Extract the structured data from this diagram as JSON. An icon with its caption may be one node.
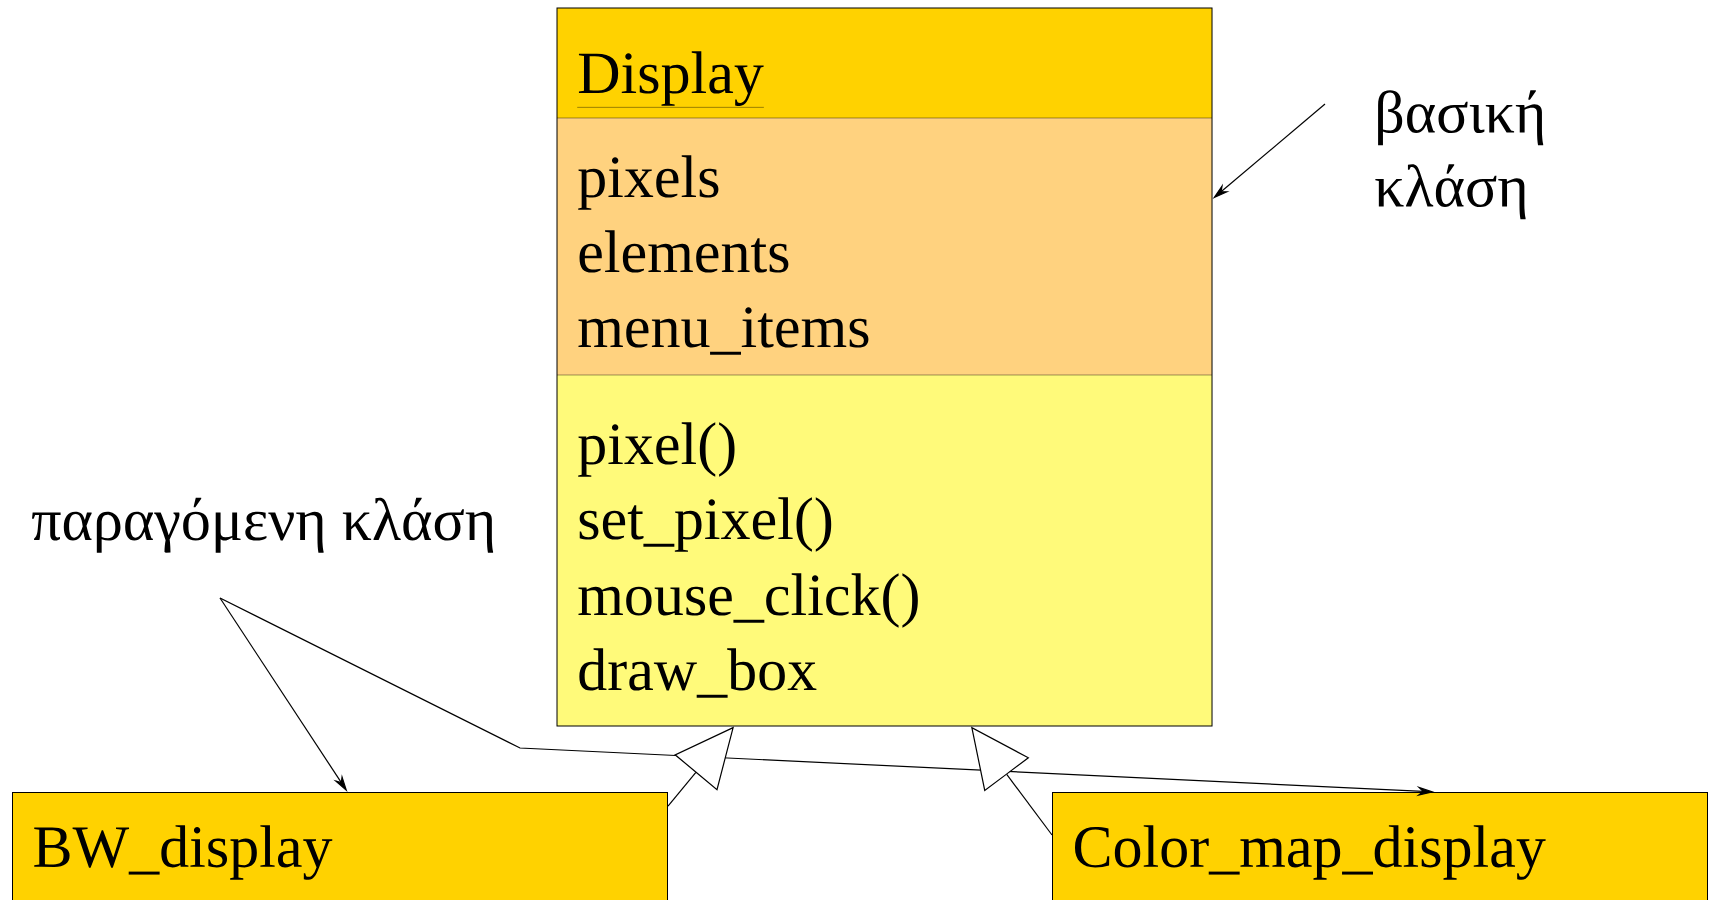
{
  "diagram": {
    "nodes": [
      {
        "text": [
          "Display",
          "pixels",
          "elements",
          "menu_items",
          "pixel()",
          "set_pixel()",
          "mouse_click()",
          "draw_box"
        ]
      },
      {
        "text": [
          "βασική κλάση"
        ]
      },
      {
        "text": [
          "παραγόμενη κλάση"
        ]
      },
      {
        "text": [
          "BW_display"
        ]
      },
      {
        "text": [
          "Color_map_display"
        ]
      }
    ],
    "edges": [
      {
        "from": 1,
        "to": 0,
        "arrow": "to"
      },
      {
        "from": 2,
        "to": 3,
        "arrow": "to"
      },
      {
        "from": 2,
        "to": 4,
        "arrow": "to"
      },
      {
        "from": 3,
        "to": 0,
        "arrow": "to"
      },
      {
        "from": 4,
        "to": 0,
        "arrow": "to"
      }
    ]
  }
}
